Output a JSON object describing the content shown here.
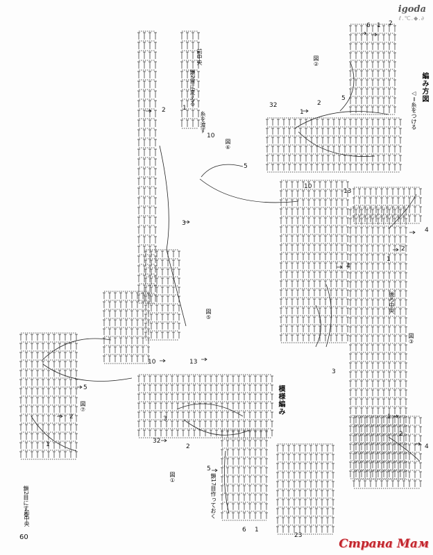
{
  "header": {
    "brand": "igoda",
    "brand_sub": "ℓ.℃.◆.∂"
  },
  "headings": {
    "diagram_title": "編み方図",
    "legend": "◁＝糸をつける",
    "pattern_title": "模様編み"
  },
  "figures": {
    "fig2": "図②",
    "fig6": "図⑥",
    "fig5": "図⑤",
    "fig7": "図⑦",
    "fig1": "図①",
    "fig3": "図③"
  },
  "notes": {
    "front_center_top": "前中央",
    "change_at_2nd_chain": "鎖2目に変える",
    "pass_yarn": "糸を渡す",
    "back_center": "後ろ中央",
    "make_17_chains": "鎖17目作っておく",
    "make_2nd_chain": "鎖2目にする",
    "front_center_bottom": "前中央"
  },
  "row_numbers": {
    "r_6": "6",
    "r_1_a": "1",
    "r_2_a": "2",
    "r_5_a": "5",
    "r_32_a": "32",
    "r_2_b": "2",
    "r_1_b": "1",
    "r_13_a": "13",
    "r_10_a": "10",
    "r_4_a": "4",
    "r_2_c": "2",
    "r_1_c": "1",
    "r_2_left": "2",
    "r_3_left": "3",
    "r_1_left": "1",
    "r_10_b": "10",
    "r_5_b": "5",
    "r_3_b": "3",
    "r_4_b": "4",
    "r_13_b": "13",
    "r_10_c": "10",
    "r_5_c": "5",
    "r_2_d": "2",
    "r_1_d": "1",
    "r_32_b": "32",
    "r_3_c": "3",
    "r_2_e": "2",
    "r_5_d": "5",
    "r_1_e": "1",
    "r_2_f": "2",
    "r_4_c": "4",
    "r_6_b": "6",
    "r_1_f": "1",
    "r_23": "23"
  },
  "footer": {
    "page_number": "60",
    "watermark": "Страна Мам"
  },
  "colors": {
    "ink": "#111111",
    "paper": "#fdfdfd",
    "watermark": "#c2252d"
  }
}
